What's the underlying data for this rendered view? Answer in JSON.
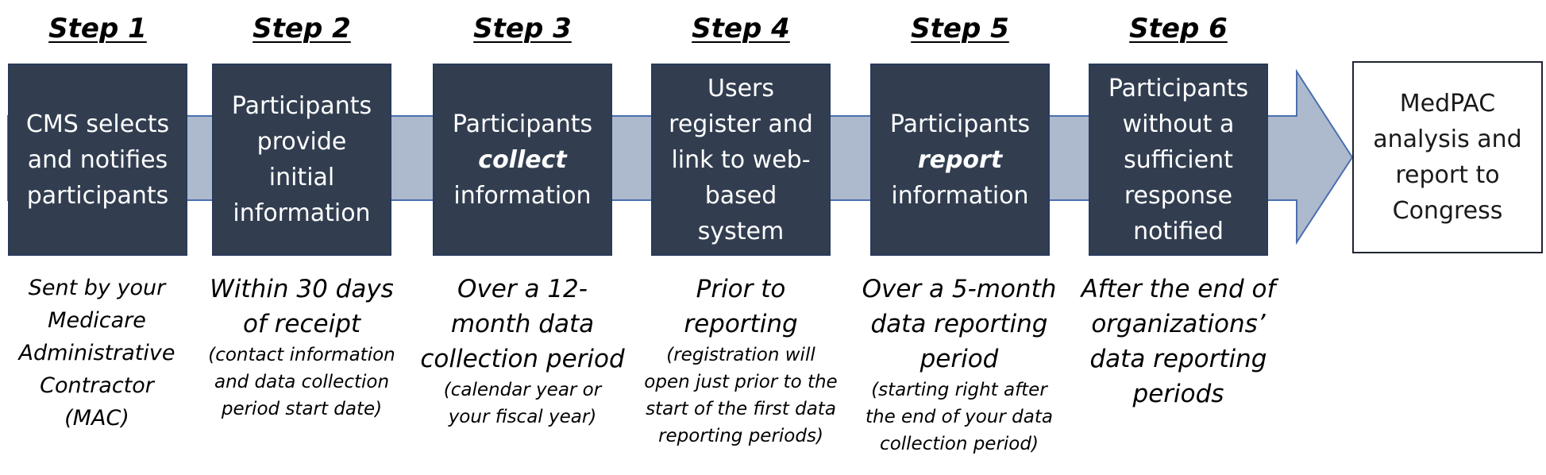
{
  "steps": [
    {
      "heading": "Step 1",
      "box_lines": [
        "CMS selects",
        "and notifies",
        "participants"
      ],
      "caption_main": [
        "Sent by your",
        "Medicare",
        "Administrative",
        "Contractor",
        "(MAC)"
      ],
      "caption_small": []
    },
    {
      "heading": "Step 2",
      "box_lines": [
        "Participants",
        "provide",
        "initial",
        "information"
      ],
      "caption_main": [
        "Within 30 days",
        "of receipt"
      ],
      "caption_small": [
        "(contact information",
        "and data collection",
        "period start date)"
      ]
    },
    {
      "heading": "Step 3",
      "box_lines": [
        "Participants"
      ],
      "box_emphasis": "collect",
      "box_lines_after": [
        "information"
      ],
      "caption_main": [
        "Over a 12-",
        "month data",
        "collection period"
      ],
      "caption_small": [
        "(calendar year or",
        "your fiscal year)"
      ]
    },
    {
      "heading": "Step 4",
      "box_lines": [
        "Users",
        "register and",
        "link to web-",
        "based",
        "system"
      ],
      "caption_main": [
        "Prior to",
        "reporting"
      ],
      "caption_small": [
        "(registration will",
        "open just prior to the",
        "start of the first data",
        "reporting periods)"
      ]
    },
    {
      "heading": "Step 5",
      "box_lines": [
        "Participants"
      ],
      "box_emphasis": "report",
      "box_lines_after": [
        "information"
      ],
      "caption_main": [
        "Over a 5-month",
        "data reporting",
        "period"
      ],
      "caption_small": [
        "(starting right after",
        "the end of your data",
        "collection period)"
      ]
    },
    {
      "heading": "Step 6",
      "box_lines": [
        "Participants",
        "without a",
        "sufficient",
        "response",
        "notified"
      ],
      "caption_main": [
        "After the end of",
        "organizations’",
        "data reporting",
        "periods"
      ],
      "caption_small": []
    }
  ],
  "final_box": {
    "lines": [
      "MedPAC",
      "analysis and",
      "report to",
      "Congress"
    ]
  },
  "colors": {
    "box_fill": "#323e50",
    "arrow_band": "#adb9cc",
    "arrow_stroke": "#4a6fb0"
  }
}
